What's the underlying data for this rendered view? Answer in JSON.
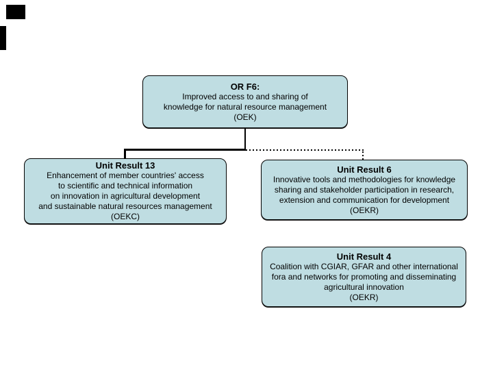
{
  "slide": {
    "background": "#ffffff",
    "node_fill": "#bfdde2",
    "node_border": "#000000",
    "connector_color": "#000000"
  },
  "nodes": {
    "or_f6": {
      "title": "OR F6:",
      "lines": [
        "Improved access to and sharing of",
        "knowledge for natural resource management",
        "(OEK)"
      ]
    },
    "unit_result_13": {
      "title": "Unit Result 13",
      "lines": [
        "Enhancement of member countries' access",
        "to scientific and technical information",
        "on innovation in agricultural development",
        "and sustainable natural resources management",
        "(OEKC)"
      ]
    },
    "unit_result_6": {
      "title": "Unit Result 6",
      "lines": [
        "Innovative tools and methodologies for knowledge",
        "sharing and stakeholder participation in research,",
        "extension and communication for development",
        "(OEKR)"
      ]
    },
    "unit_result_4": {
      "title": "Unit Result 4",
      "lines": [
        "Coalition with CGIAR, GFAR and other international",
        "fora and networks for promoting and disseminating",
        "agricultural innovation",
        "(OEKR)"
      ]
    }
  },
  "edges": [
    {
      "from": "OR F6 (OEK)",
      "to": "Unit Result 13 (OEKC)",
      "style": "solid"
    },
    {
      "from": "OR F6 (OEK)",
      "to": "Unit Result 6 (OEKR)",
      "style": "dotted"
    }
  ]
}
